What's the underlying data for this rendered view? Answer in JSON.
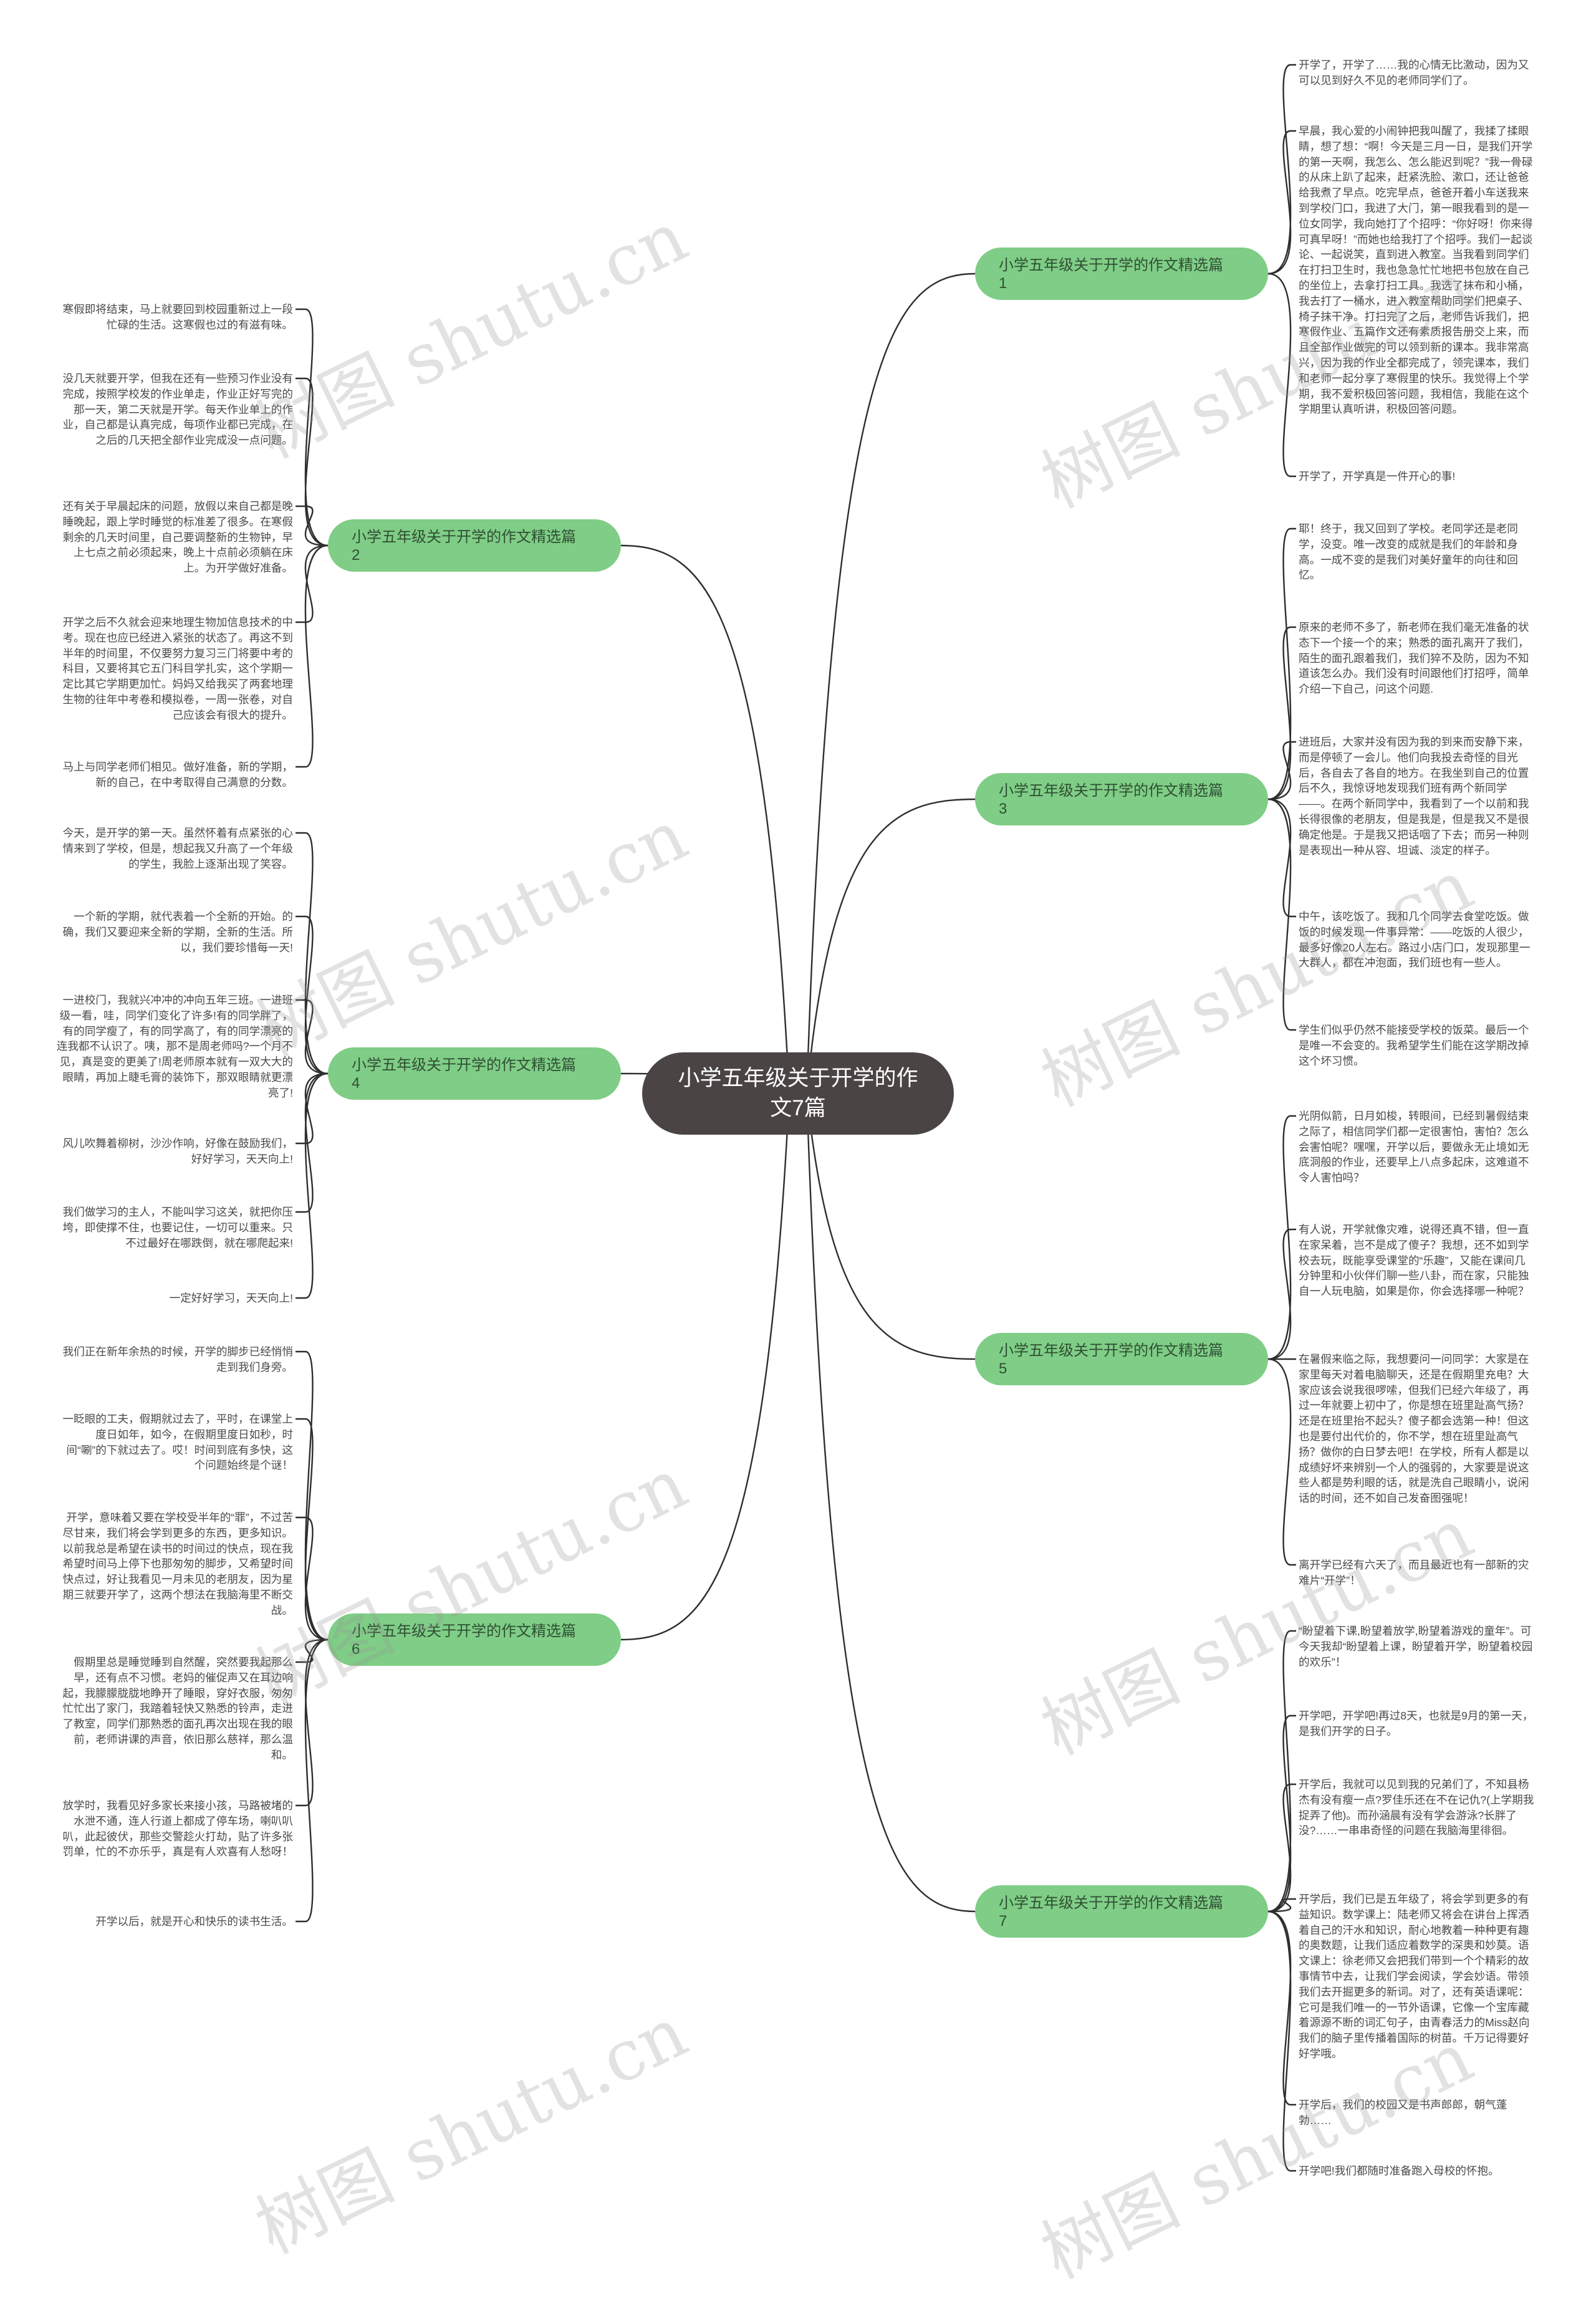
{
  "center": {
    "title": "小学五年级关于开学的作文7篇"
  },
  "branches": [
    {
      "label": "小学五年级关于开学的作文精选篇",
      "num": "1",
      "side": "right",
      "leaves": [
        "开学了，开学了……我的心情无比激动，因为又可以见到好久不见的老师同学们了。",
        "早晨，我心爱的小闹钟把我叫醒了，我揉了揉眼睛，想了想：“啊！今天是三月一日，是我们开学的第一天啊，我怎么、怎么能迟到呢？”我一骨碌的从床上趴了起来，赶紧洗脸、漱口，还让爸爸给我煮了早点。吃完早点，爸爸开着小车送我来到学校门口，我进了大门，第一眼我看到的是一位女同学，我向她打了个招呼：“你好呀！你来得可真早呀！”而她也给我打了个招呼。我们一起谈论、一起说笑，直到进入教室。当我看到同学们在打扫卫生时，我也急急忙忙地把书包放在自己的坐位上，去拿打扫工具。我选了抹布和小桶，我去打了一桶水，进入教室帮助同学们把桌子、椅子抹干净。打扫完了之后，老师告诉我们，把寒假作业、五篇作文还有素质报告册交上来，而且全部作业做完的可以领到新的课本。我非常高兴，因为我的作业全都完成了，领完课本，我们和老师一起分享了寒假里的快乐。我觉得上个学期，我不爱积极回答问题，我相信，我能在这个学期里认真听讲，积极回答问题。",
        "开学了，开学真是一件开心的事!"
      ]
    },
    {
      "label": "小学五年级关于开学的作文精选篇",
      "num": "2",
      "side": "left",
      "leaves": [
        "寒假即将结束，马上就要回到校园重新过上一段忙碌的生活。这寒假也过的有滋有味。",
        "没几天就要开学，但我在还有一些预习作业没有完成，按照学校发的作业单走，作业正好写完的那一天，第二天就是开学。每天作业单上的作业，自己都是认真完成，每项作业都已完成，在之后的几天把全部作业完成没一点问题。",
        "还有关于早晨起床的问题，放假以来自己都是晚睡晚起，跟上学时睡觉的标准差了很多。在寒假剩余的几天时间里，自己要调整新的生物钟，早上七点之前必须起来，晚上十点前必须躺在床上。为开学做好准备。",
        "开学之后不久就会迎来地理生物加信息技术的中考。现在也应已经进入紧张的状态了。再这不到半年的时间里，不仅要努力复习三门将要中考的科目，又要将其它五门科目学扎实，这个学期一定比其它学期更加忙。妈妈又给我买了两套地理生物的往年中考卷和模拟卷，一周一张卷，对自己应该会有很大的提升。",
        "马上与同学老师们相见。做好准备，新的学期，新的自己，在中考取得自己满意的分数。"
      ]
    },
    {
      "label": "小学五年级关于开学的作文精选篇",
      "num": "3",
      "side": "right",
      "leaves": [
        "耶！终于，我又回到了学校。老同学还是老同学，没变。唯一改变的成就是我们的年龄和身高。一成不变的是我们对美好童年的向往和回忆。",
        "原来的老师不多了，新老师在我们毫无准备的状态下一个接一个的来；熟悉的面孔离开了我们，陌生的面孔跟着我们，我们猝不及防，因为不知道该怎么办。我们没有时间跟他们打招呼，简单介绍一下自己，问这个问题.",
        "进班后，大家并没有因为我的到来而安静下来，而是停顿了一会儿。他们向我投去奇怪的目光后，各自去了各自的地方。在我坐到自己的位置后不久，我惊讶地发现我们班有两个新同学——。在两个新同学中，我看到了一个以前和我长得很像的老朋友，但是我是，但是我又不是很确定他是。于是我又把话咽了下去；而另一种则是表现出一种从容、坦诚、淡定的样子。",
        "中午，该吃饭了。我和几个同学去食堂吃饭。做饭的时候发现一件事异常：——吃饭的人很少，最多好像20人左右。路过小店门口，发现那里一大群人，都在冲泡面，我们班也有一些人。",
        "学生们似乎仍然不能接受学校的饭菜。最后一个是唯一不会变的。我希望学生们能在这学期改掉这个坏习惯。"
      ]
    },
    {
      "label": "小学五年级关于开学的作文精选篇",
      "num": "4",
      "side": "left",
      "leaves": [
        "今天，是开学的第一天。虽然怀着有点紧张的心情来到了学校，但是，想起我又升高了一个年级的学生，我脸上逐渐出现了笑容。",
        "一个新的学期，就代表着一个全新的开始。的确，我们又要迎来全新的学期，全新的生活。所以，我们要珍惜每一天!",
        "一进校门，我就兴冲冲的冲向五年三班。一进班级一看，哇，同学们变化了许多!有的同学胖了，有的同学瘦了，有的同学高了，有的同学漂亮的连我都不认识了。咦，那不是周老师吗?一个月不见，真是变的更美了!周老师原本就有一双大大的眼睛，再加上睫毛膏的装饰下，那双眼睛就更漂亮了!",
        "风儿吹舞着柳树，沙沙作响，好像在鼓励我们，好好学习，天天向上!",
        "我们做学习的主人，不能叫学习这关，就把你压垮，即使撑不住，也要记住，一切可以重来。只不过最好在哪跌倒，就在哪爬起来!",
        "一定好好学习，天天向上!"
      ]
    },
    {
      "label": "小学五年级关于开学的作文精选篇",
      "num": "5",
      "side": "right",
      "leaves": [
        "光阴似箭，日月如梭，转眼间，已经到暑假结束之际了，相信同学们都一定很害怕，害怕？怎么会害怕呢？嘿嘿，开学以后，要做永无止境如无底洞般的作业，还要早上八点多起床，这难道不令人害怕吗？",
        "有人说，开学就像灾难，说得还真不错，但一直在家呆着，岂不是成了傻子？我想，还不如到学校去玩，既能享受课堂的“乐趣”，又能在课间几分钟里和小伙伴们聊一些八卦，而在家，只能独自一人玩电脑，如果是你，你会选择哪一种呢？",
        "在暑假来临之际，我想要问一问同学：大家是在家里每天对着电脑聊天，还是在假期里充电？大家应该会说我很啰嗦，但我们已经六年级了，再过一年就要上初中了，你是想在班里趾高气扬？还是在班里抬不起头？傻子都会选第一种！但这也是要付出代价的，你不学，想在班里趾高气扬？做你的白日梦去吧！在学校，所有人都是以成绩好坏来辨别一个人的强弱的，大家要是说这些人都是势利眼的话，就是洗自己眼睛小，说闲话的时间，还不如自己发奋图强呢！",
        "离开学已经有六天了，而且最近也有一部新的灾难片“开学”！"
      ]
    },
    {
      "label": "小学五年级关于开学的作文精选篇",
      "num": "6",
      "side": "left",
      "leaves": [
        "我们正在新年余热的时候，开学的脚步已经悄悄走到我们身旁。",
        "一眨眼的工夫，假期就过去了，平时，在课堂上度日如年，如今，在假期里度日如秒，时间“唰”的下就过去了。哎！时间到底有多快，这个问题始终是个谜！",
        "开学，意味着又要在学校受半年的“罪”，不过苦尽甘来，我们将会学到更多的东西，更多知识。以前我总是希望在读书的时间过的快点，现在我希望时间马上停下也那匆匆的脚步，又希望时间快点过，好让我看见一月未见的老朋友，因为星期三就要开学了，这两个想法在我脑海里不断交战。",
        "假期里总是睡觉睡到自然醒，突然要我起那么早，还有点不习惯。老妈的催促声又在耳边响起，我朦朦胧胧地睁开了睡眼，穿好衣服，匆匆忙忙出了家门，我踏着轻快又熟悉的铃声，走进了教室，同学们那熟悉的面孔再次出现在我的眼前，老师讲课的声音，依旧那么慈祥，那么温和。",
        "放学时，我看见好多家长来接小孩，马路被堵的水泄不通，连人行道上都成了停车场，喇叭叭叭，此起彼伏，那些交警趁火打劫，贴了许多张罚单，忙的不亦乐乎，真是有人欢喜有人愁呀！",
        "开学以后，就是开心和快乐的读书生活。"
      ]
    },
    {
      "label": "小学五年级关于开学的作文精选篇",
      "num": "7",
      "side": "right",
      "leaves": [
        "“盼望着下课,盼望着放学,盼望着游戏的童年”。可今天我却“盼望着上课，盼望着开学，盼望着校园的欢乐”！",
        "开学吧，开学吧!再过8天，也就是9月的第一天，是我们开学的日子。",
        "开学后，我就可以见到我的兄弟们了，不知县杨杰有没有瘦一点?罗佳乐还在不在记仇?(上学期我捉弄了他)。而孙涵晨有没有学会游泳?长胖了没?……一串串奇怪的问题在我脑海里徘徊。",
        "开学后，我们已是五年级了，将会学到更多的有益知识。数学课上：陆老师又将会在讲台上挥洒着自己的汗水和知识，耐心地教着一种种更有趣的奥数题，让我们适应着数学的深奥和妙莫。语文课上：徐老师又会把我们带到一个个精彩的故事情节中去，让我们学会阅读，学会妙语。带领我们去开掘更多的新词。对了，还有英语课呢：它可是我们唯一的一节外语课，它像一个宝库藏着源源不断的词汇句子，由青春活力的Miss赵向我们的脑子里传播着国际的树苗。千万记得要好好学哦。",
        "开学后，我们的校园又是书声郎郎，朝气蓬勃……",
        "开学吧!我们都随时准备跑入母校的怀抱。"
      ]
    }
  ],
  "watermark": {
    "text": "树图 shutu.cn"
  },
  "colors": {
    "branch_fill": "#7fcd86",
    "line": "#2e2e2e",
    "center_fill": "#4b4444"
  }
}
